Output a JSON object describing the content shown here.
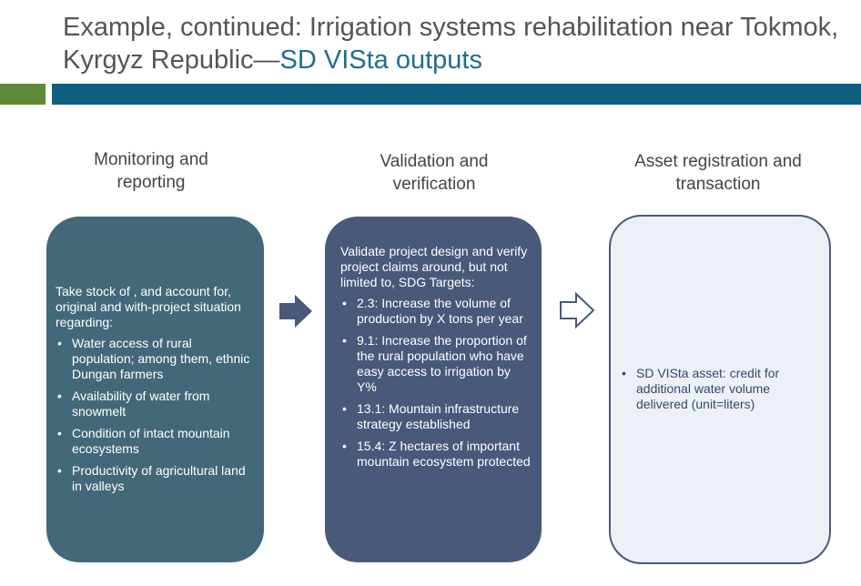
{
  "title": {
    "main": "Example, continued: Irrigation systems rehabilitation near Tokmok, Kyrgyz Republic—",
    "accent": "SD VISta outputs"
  },
  "columns": [
    {
      "heading_line1": "Monitoring and",
      "heading_line2": "reporting",
      "intro": "Take stock of , and account for, original and with-project situation regarding:",
      "bullets": [
        "Water access of rural population; among them, ethnic Dungan farmers",
        "Availability of water from snowmelt",
        "Condition of intact mountain ecosystems",
        "Productivity of agricultural land in valleys"
      ]
    },
    {
      "heading_line1": "Validation and",
      "heading_line2": "verification",
      "intro": "Validate project design and verify project claims around, but not limited to, SDG Targets:",
      "bullets": [
        "2.3: Increase the volume of production by X tons per year",
        "9.1: Increase the proportion of the rural population who have easy access to irrigation by Y%",
        "13.1: Mountain infrastructure strategy established",
        "15.4: Z hectares of important mountain ecosystem protected"
      ]
    },
    {
      "heading_line1": "Asset registration and",
      "heading_line2": "transaction",
      "bullets": [
        "SD VISta asset: credit for additional water volume delivered (unit=liters)"
      ]
    }
  ],
  "colors": {
    "title_text": "#555555",
    "title_accent": "#1f6e8c",
    "bar_green": "#5d8a35",
    "bar_blue": "#0f5f80",
    "box1": "#43687a",
    "box2": "#48597a",
    "box3_fill": "#eef0f8"
  },
  "icons": [
    "arrow-right-filled-icon",
    "arrow-right-outline-icon"
  ]
}
